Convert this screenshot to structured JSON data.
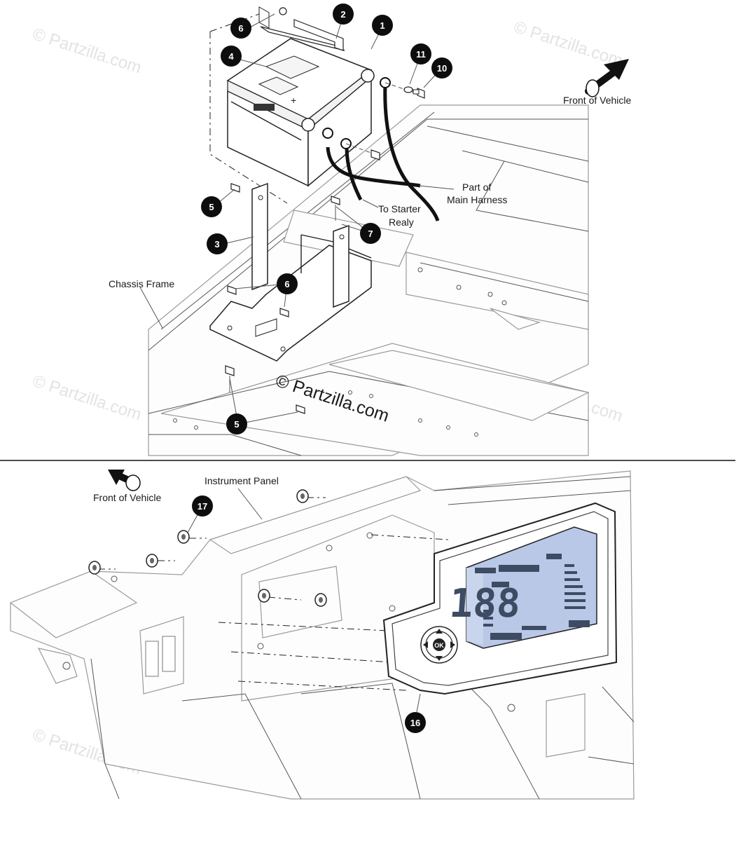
{
  "watermark": {
    "small": "© Partzilla.com",
    "center": "© Partzilla.com"
  },
  "top_diagram": {
    "front_label": "Front of Vehicle",
    "labels": {
      "harness": [
        "Part of",
        "Main Harness"
      ],
      "starter": [
        "To Starter",
        "Realy"
      ],
      "chassis": "Chassis Frame"
    },
    "callouts": [
      "1",
      "2",
      "3",
      "4",
      "5",
      "5",
      "6",
      "6",
      "7",
      "10",
      "11"
    ]
  },
  "bottom_diagram": {
    "front_label": "Front of Vehicle",
    "labels": {
      "instrument_panel": "Instrument Panel"
    },
    "callouts": [
      "16",
      "17"
    ],
    "display": {
      "big_digits": "188",
      "button_label": "OK"
    }
  },
  "colors": {
    "callout_fill": "#0d0d0d",
    "frame_stroke": "#9a9a9a",
    "lcd_background": "#b9c8e6",
    "watermark": "#e3e3e3"
  }
}
